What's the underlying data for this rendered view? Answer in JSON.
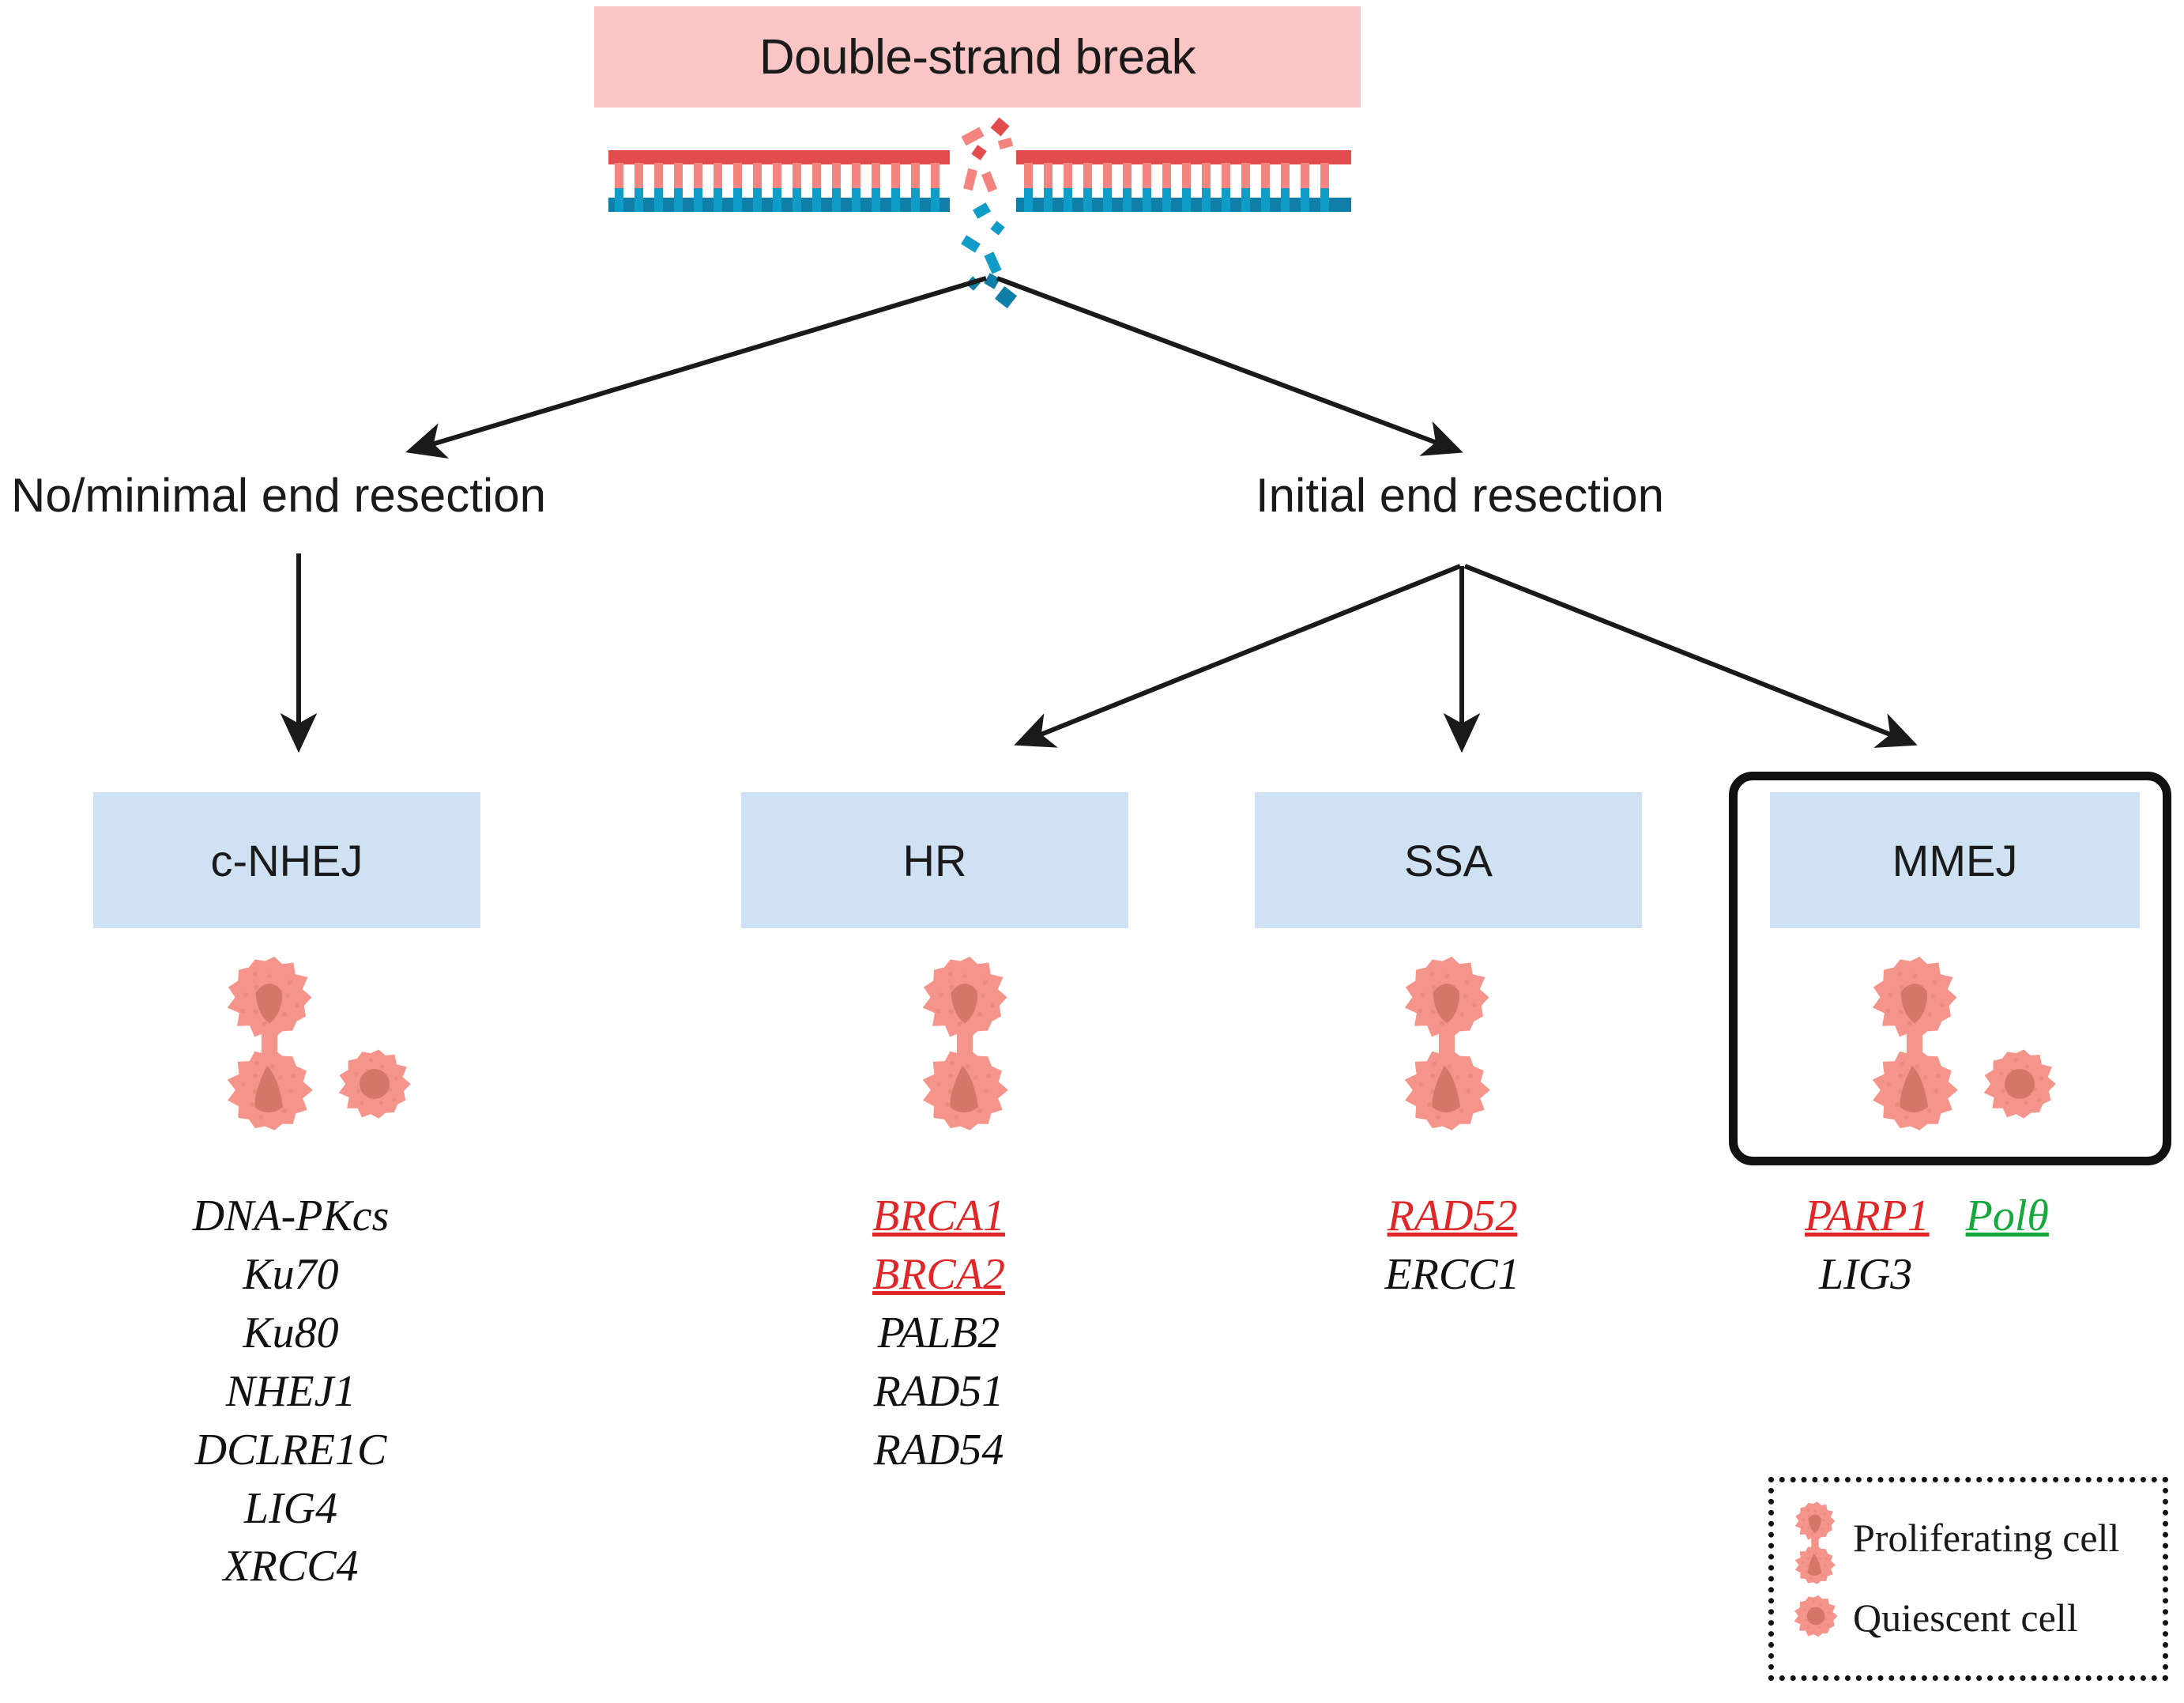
{
  "title": "Double-strand break",
  "colors": {
    "banner_bg": "#fac6c5",
    "pathway_header_bg": "#cfe2f3",
    "dna_top_strand": "#e24c4c",
    "dna_bottom_strand": "#0f7fa8",
    "dna_rung_top": "#f4847f",
    "dna_rung_bottom": "#0f9cc6",
    "cell_body": "#f4948a",
    "cell_nucleus": "#d4776a",
    "highlight_red": "#e02626",
    "highlight_green": "#15a83c",
    "text": "#1a1a1a",
    "frame": "#111111"
  },
  "branches": {
    "left_label": "No/minimal end resection",
    "right_label": "Initial end resection"
  },
  "pathways": [
    {
      "id": "c-nhej",
      "name": "c-NHEJ",
      "cells": [
        "proliferating",
        "quiescent"
      ],
      "highlighted": false,
      "genes": [
        {
          "name": "DNA-PKcs",
          "style": "plain"
        },
        {
          "name": "Ku70",
          "style": "plain"
        },
        {
          "name": "Ku80",
          "style": "plain"
        },
        {
          "name": "NHEJ1",
          "style": "plain"
        },
        {
          "name": "DCLRE1C",
          "style": "plain"
        },
        {
          "name": "LIG4",
          "style": "plain"
        },
        {
          "name": "XRCC4",
          "style": "plain"
        }
      ]
    },
    {
      "id": "hr",
      "name": "HR",
      "cells": [
        "proliferating"
      ],
      "highlighted": false,
      "genes": [
        {
          "name": "BRCA1",
          "style": "red-underline"
        },
        {
          "name": "BRCA2",
          "style": "red-underline"
        },
        {
          "name": "PALB2",
          "style": "plain"
        },
        {
          "name": "RAD51",
          "style": "plain"
        },
        {
          "name": "RAD54",
          "style": "plain"
        }
      ]
    },
    {
      "id": "ssa",
      "name": "SSA",
      "cells": [
        "proliferating"
      ],
      "highlighted": false,
      "genes": [
        {
          "name": "RAD52",
          "style": "red-underline"
        },
        {
          "name": "ERCC1",
          "style": "plain"
        }
      ]
    },
    {
      "id": "mmej",
      "name": "MMEJ",
      "cells": [
        "proliferating",
        "quiescent"
      ],
      "highlighted": true,
      "genes": [
        {
          "name": "PARP1",
          "style": "red-underline"
        },
        {
          "name": "Polθ",
          "style": "green-underline"
        },
        {
          "name": "LIG3",
          "style": "plain"
        }
      ]
    }
  ],
  "legend": {
    "items": [
      {
        "icon": "proliferating-cell-icon",
        "label": "Proliferating cell"
      },
      {
        "icon": "quiescent-cell-icon",
        "label": "Quiescent cell"
      }
    ]
  }
}
